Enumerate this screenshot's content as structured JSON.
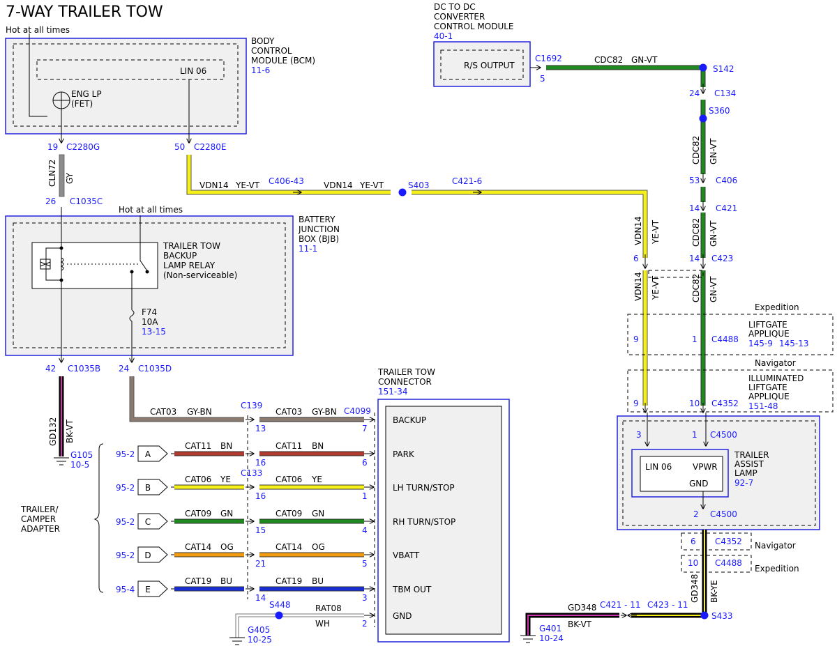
{
  "title": "7-WAY TRAILER TOW",
  "hot_all_times_1": "Hot at all times",
  "hot_all_times_2": "Hot at all times",
  "bcm": {
    "l1": "BODY",
    "l2": "CONTROL",
    "l3": "MODULE (BCM)",
    "ref": "11-6",
    "eng1": "ENG LP",
    "eng2": "(FET)",
    "lin": "LIN 06"
  },
  "dcdc": {
    "l1": "DC TO DC",
    "l2": "CONVERTER",
    "l3": "CONTROL MODULE",
    "ref": "40-1",
    "out": "R/S OUTPUT",
    "conn": "C1692",
    "pin": "5"
  },
  "bjb": {
    "l1": "BATTERY",
    "l2": "JUNCTION",
    "l3": "BOX (BJB)",
    "ref": "11-1",
    "relay1": "TRAILER TOW",
    "relay2": "BACKUP",
    "relay3": "LAMP RELAY",
    "relay4": "(Non-serviceable)",
    "fuse1": "F74",
    "fuse2": "10A",
    "fuse_ref": "13-15"
  },
  "conns": {
    "c2280g_pin": "19",
    "c2280g": "C2280G",
    "c2280e_pin": "50",
    "c2280e": "C2280E",
    "c1035c_pin": "26",
    "c1035c": "C1035C",
    "c1035b_pin": "42",
    "c1035b": "C1035B",
    "c1035d_pin": "24",
    "c1035d": "C1035D",
    "c406_43": "C406-43",
    "s403": "S403",
    "c421_6": "C421-6",
    "s142": "S142",
    "c134_pin": "24",
    "c134": "C134",
    "s360": "S360",
    "c406_pin": "53",
    "c406": "C406",
    "c421_pin": "14",
    "c421": "C421",
    "c423_pin": "14",
    "c423": "C423",
    "yv_pin": "6",
    "c4488_pin_y": "9",
    "c4488_pin_g": "1",
    "c4488": "C4488",
    "c4352_pin_y": "9",
    "c4352_pin_g": "10",
    "c4352": "C4352",
    "c4500_pin_3": "3",
    "c4500_pin_1": "1",
    "c4500": "C4500",
    "c4500b_pin": "2",
    "c4500b": "C4500",
    "c4352b_pin": "6",
    "c4352b": "C4352",
    "c4488b_pin": "10",
    "c4488b": "C4488",
    "s433": "S433",
    "c423_11": "C423 - 11",
    "c421_11": "C421 - 11",
    "g401": "G401",
    "g401_ref": "10-24",
    "g105": "G105",
    "g105_ref": "10-5",
    "g405": "G405",
    "g405_ref": "10-25",
    "c139": "C139",
    "c133": "C133",
    "c4099": "C4099",
    "s448": "S448"
  },
  "wires": {
    "cln72": "CLN72",
    "gy": "GY",
    "vdn14": "VDN14",
    "ye_vt": "YE-VT",
    "cdc82": "CDC82",
    "gn_vt": "GN-VT",
    "gd132": "GD132",
    "bk_vt": "BK-VT",
    "gd348": "GD348",
    "bk_ye": "BK-YE",
    "rat08": "RAT08",
    "wh": "WH"
  },
  "options": {
    "expedition": "Expedition",
    "navigator": "Navigator",
    "expedition2": "Expedition",
    "navigator2": "Navigator"
  },
  "liftgate": {
    "l1": "LIFTGATE",
    "l2": "APPLIQUE",
    "ref1": "145-9",
    "ref2": "145-13"
  },
  "ill_liftgate": {
    "l1": "ILLUMINATED",
    "l2": "LIFTGATE",
    "l3": "APPLIQUE",
    "ref": "151-48"
  },
  "tal": {
    "l1": "TRAILER",
    "l2": "ASSIST",
    "l3": "LAMP",
    "ref": "92-7",
    "lin": "LIN 06",
    "vpwr": "VPWR",
    "gnd": "GND"
  },
  "ttc": {
    "l1": "TRAILER TOW",
    "l2": "CONNECTOR",
    "ref": "151-34"
  },
  "adapter": {
    "l1": "TRAILER/",
    "l2": "CAMPER",
    "l3": "ADAPTER"
  },
  "circuits": [
    {
      "letter": "",
      "ref": "",
      "circ": "CAT03",
      "col": "GY-BN",
      "pin_left": "13",
      "pin_right": "7",
      "func": "BACKUP",
      "color": "#8a7a70"
    },
    {
      "letter": "A",
      "ref": "95-2",
      "circ": "CAT11",
      "col": "BN",
      "pin_left": "16",
      "pin_right": "6",
      "func": "PARK",
      "color": "#b03a2e"
    },
    {
      "letter": "B",
      "ref": "95-2",
      "circ": "CAT06",
      "col": "YE",
      "pin_left": "16",
      "pin_right": "1",
      "func": "LH TURN/STOP",
      "color": "#f5ef1a"
    },
    {
      "letter": "C",
      "ref": "95-2",
      "circ": "CAT09",
      "col": "GN",
      "pin_left": "15",
      "pin_right": "4",
      "func": "RH TURN/STOP",
      "color": "#1f8a1f"
    },
    {
      "letter": "D",
      "ref": "95-2",
      "circ": "CAT14",
      "col": "OG",
      "pin_left": "21",
      "pin_right": "5",
      "func": "VBATT",
      "color": "#f39c12"
    },
    {
      "letter": "E",
      "ref": "95-4",
      "circ": "CAT19",
      "col": "BU",
      "pin_left": "14",
      "pin_right": "3",
      "func": "TBM OUT",
      "color": "#1a2ed8"
    }
  ],
  "gnd_row": {
    "func": "GND",
    "pin": "2"
  },
  "colors": {
    "blue": "#2222dd",
    "label_blue": "#1a1aff",
    "gray_wire": "#8c8c8c",
    "yellow": "#f5ef1a",
    "green": "#1f7a1f",
    "black": "#111111",
    "violet": "#cc33aa"
  }
}
